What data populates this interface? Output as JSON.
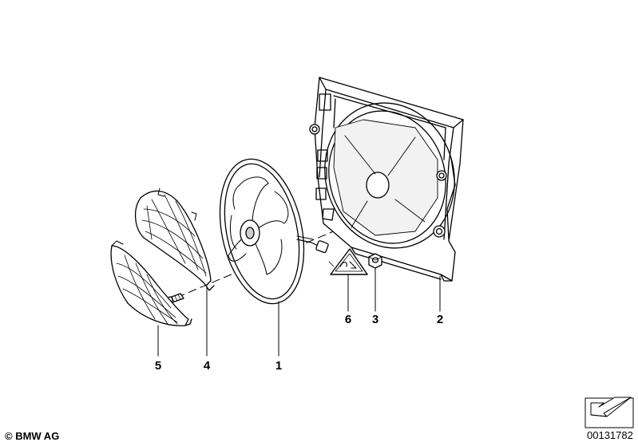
{
  "callouts": [
    {
      "id": "1",
      "label": "1"
    },
    {
      "id": "2",
      "label": "2"
    },
    {
      "id": "3",
      "label": "3"
    },
    {
      "id": "4",
      "label": "4"
    },
    {
      "id": "5",
      "label": "5"
    },
    {
      "id": "6",
      "label": "6"
    }
  ],
  "footer": {
    "copyright": "© BMW AG",
    "document_number": "00131782"
  },
  "colors": {
    "line": "#000000",
    "background": "#ffffff",
    "shade": "#cfcfcf"
  }
}
